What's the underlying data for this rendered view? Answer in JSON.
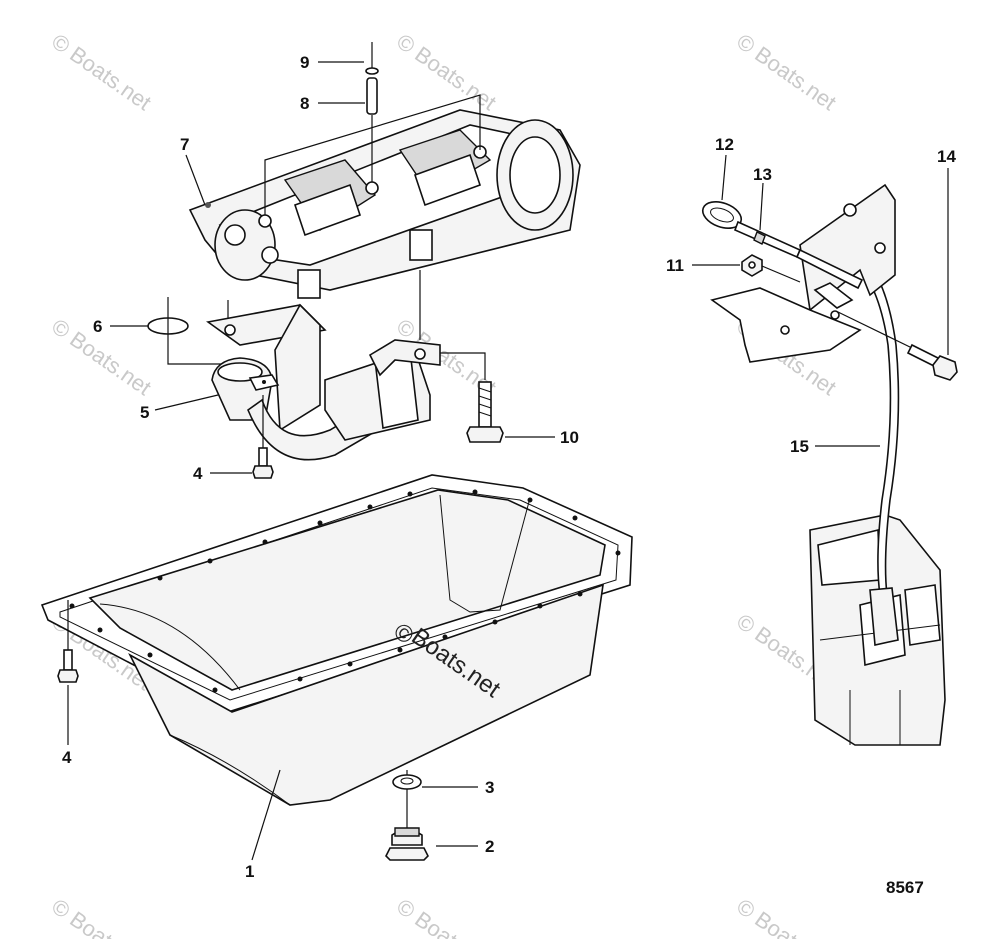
{
  "callouts": [
    {
      "id": "1",
      "text": "1"
    },
    {
      "id": "2",
      "text": "2"
    },
    {
      "id": "3",
      "text": "3"
    },
    {
      "id": "4a",
      "text": "4"
    },
    {
      "id": "4b",
      "text": "4"
    },
    {
      "id": "5",
      "text": "5"
    },
    {
      "id": "6",
      "text": "6"
    },
    {
      "id": "7",
      "text": "7"
    },
    {
      "id": "8",
      "text": "8"
    },
    {
      "id": "9",
      "text": "9"
    },
    {
      "id": "10",
      "text": "10"
    },
    {
      "id": "11",
      "text": "11"
    },
    {
      "id": "12",
      "text": "12"
    },
    {
      "id": "13",
      "text": "13"
    },
    {
      "id": "14",
      "text": "14"
    },
    {
      "id": "15",
      "text": "15"
    }
  ],
  "diagram_number": "8567",
  "watermark": {
    "small": "© Boats.net",
    "center_copyright": "©",
    "center_text": "Boats.net"
  },
  "icons": [
    "oil-pan-icon",
    "oil-pump-icon",
    "dipstick-icon",
    "bolt-icon",
    "washer-icon",
    "drain-plug-icon",
    "o-ring-icon",
    "bracket-icon"
  ]
}
